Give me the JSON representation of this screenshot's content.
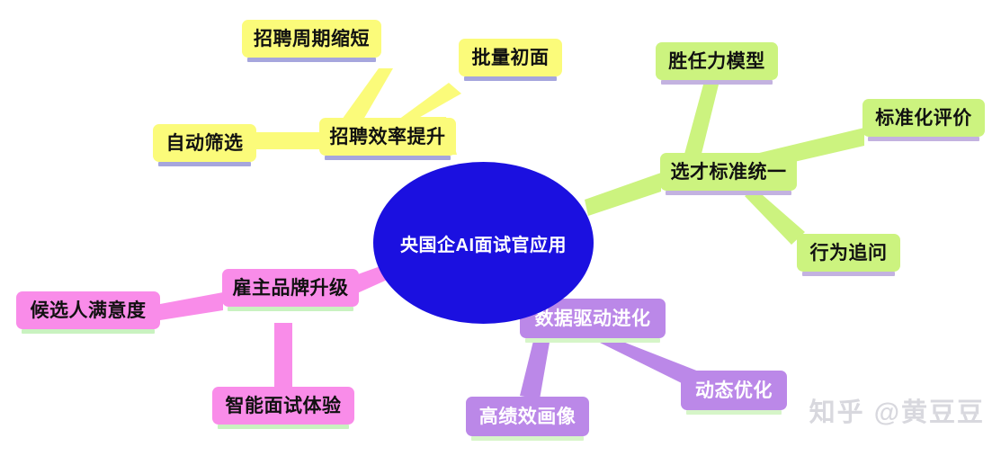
{
  "diagram": {
    "type": "mind-map",
    "root": {
      "label": "央国企AI面试官应用",
      "color": "#1b10e0",
      "text_color": "#ffffff"
    },
    "branches": [
      {
        "id": "recruit-efficiency",
        "label": "招聘效率提升",
        "color": "#fbfb7a",
        "accent": "#a6a6dd",
        "children": [
          {
            "id": "cycle-shorten",
            "label": "招聘周期缩短"
          },
          {
            "id": "batch-screen",
            "label": "批量初面"
          },
          {
            "id": "auto-filter",
            "label": "自动筛选"
          }
        ]
      },
      {
        "id": "selection-standard",
        "label": "选才标准统一",
        "color": "#ccf37f",
        "accent": "#c3b2e0",
        "children": [
          {
            "id": "competency-model",
            "label": "胜任力模型"
          },
          {
            "id": "standard-eval",
            "label": "标准化评价"
          },
          {
            "id": "behavior-probe",
            "label": "行为追问"
          }
        ]
      },
      {
        "id": "employer-brand",
        "label": "雇主品牌升级",
        "color": "#f98ce9",
        "accent": "#c9f2c0",
        "children": [
          {
            "id": "candidate-satisfaction",
            "label": "候选人满意度"
          },
          {
            "id": "smart-interview-exp",
            "label": "智能面试体验"
          }
        ]
      },
      {
        "id": "data-driven",
        "label": "数据驱动进化",
        "color": "#bb88e8",
        "accent": "#d6f5c8",
        "text_color": "#ffffff",
        "children": [
          {
            "id": "high-performer-profile",
            "label": "高绩效画像"
          },
          {
            "id": "dynamic-optimize",
            "label": "动态优化"
          }
        ]
      }
    ]
  },
  "watermark": {
    "text": "知乎 @黄豆豆"
  }
}
